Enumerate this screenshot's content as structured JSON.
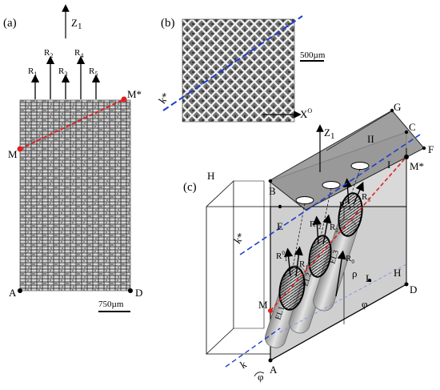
{
  "panel_a": {
    "tag": "(a)",
    "z_axis": "Z",
    "z_sub": "1",
    "vectors": [
      "R⃗₁",
      "R⃗₂",
      "R⃗₃",
      "R⃗₄",
      "R⃗₅"
    ],
    "vec_base": "R",
    "vec_subs": [
      "1",
      "2",
      "3",
      "4",
      "5"
    ],
    "corner_M": "M",
    "corner_Mstar": "M*",
    "corner_A": "A",
    "corner_D": "D",
    "scale": "750µm"
  },
  "panel_b": {
    "tag": "(b)",
    "scale": "500µm",
    "axis_x": "X",
    "axis_x_sup": "O",
    "kstar": "k*"
  },
  "panel_c": {
    "tag": "(c)",
    "z_axis": "Z",
    "z_sub": "1",
    "G": "G",
    "C": "C",
    "F": "F",
    "H_top": "H",
    "B": "B",
    "E": "E",
    "Mstar": "M*",
    "M": "M",
    "A": "A",
    "D": "D",
    "H_right": "H",
    "L": "L",
    "II": "II",
    "I": "I",
    "kstar": "k*",
    "k": "k",
    "phi": "φ",
    "rho": "ρ",
    "R1": "R",
    "R2": "R",
    "R3": "R",
    "R1_0": "R",
    "R2_0": "R",
    "R0": "R",
    "EL1": "EL1",
    "EL2": "EL2",
    "EL3": "EL3"
  },
  "colors": {
    "red": "#e02020",
    "blue": "#1f3fcf",
    "gray_face": "#bdbdbd",
    "gray_top": "#8f8f8f"
  }
}
